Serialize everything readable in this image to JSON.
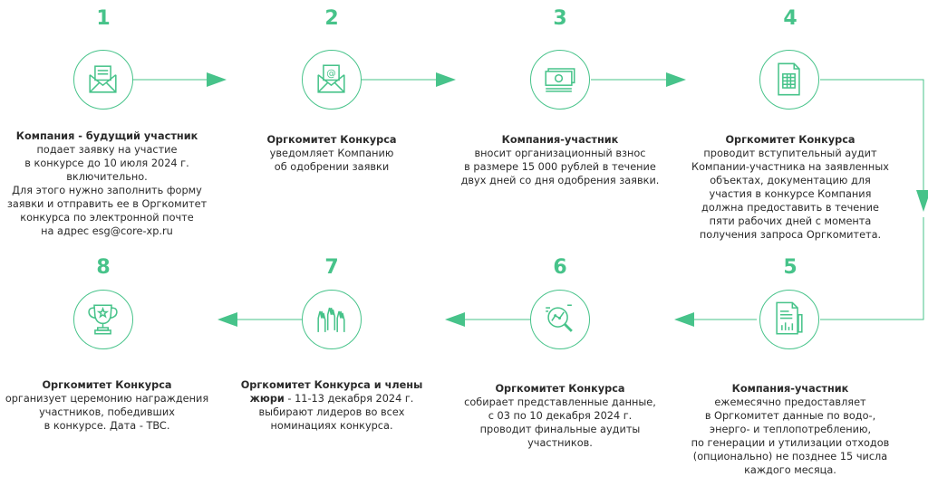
{
  "colors": {
    "accent": "#47c38a",
    "text": "#2b2b2b"
  },
  "steps": [
    {
      "number": "1",
      "icon": "envelope-letter-icon",
      "bold": "Компания - будущий участник",
      "lines": [
        "подает заявку на участие",
        "в конкурсе до 10 июля 2024 г.",
        "включительно.",
        "Для этого нужно заполнить форму",
        "заявки и отправить ее в Оргкомитет",
        "конкурса по электронной почте",
        "на адрес esg@core-xp.ru"
      ]
    },
    {
      "number": "2",
      "icon": "email-at-icon",
      "bold": "Оргкомитет Конкурса",
      "lines": [
        "уведомляет Компанию",
        "об одобрении заявки"
      ]
    },
    {
      "number": "3",
      "icon": "money-banknotes-icon",
      "bold": "Компания-участник",
      "lines": [
        "вносит организационный взнос",
        "в размере 15 000 рублей в течение",
        "двух дней со дня одобрения заявки."
      ]
    },
    {
      "number": "4",
      "icon": "spreadsheet-document-icon",
      "bold": "Оргкомитет Конкурса",
      "lines": [
        "проводит вступительный аудит",
        "Компании-участника на заявленных",
        "объектах, документацию для",
        "участия в конкурсе Компания",
        "должна предоставить в течение",
        "пяти рабочих дней с момента",
        "получения запроса Оргкомитета."
      ]
    },
    {
      "number": "5",
      "icon": "report-chart-document-icon",
      "bold": "Компания-участник",
      "lines": [
        "ежемесячно предоставляет",
        "в Оргкомитет данные по водо-,",
        "энерго- и теплопотреблению,",
        "по генерации и утилизации отходов",
        "(опционально) не позднее 15 числа",
        "каждого месяца."
      ]
    },
    {
      "number": "6",
      "icon": "data-analysis-magnifier-icon",
      "bold": "Оргкомитет Конкурса",
      "lines": [
        "собирает представленные данные,",
        "с 03 по 10 декабря 2024 г.",
        "проводит финальные аудиты",
        "участников."
      ]
    },
    {
      "number": "7",
      "icon": "raised-hands-icon",
      "bold": "Оргкомитет Конкурса и члены",
      "bold2": "жюри",
      "rest": " - 11-13 декабря 2024 г.",
      "lines": [
        "выбирают лидеров во всех",
        "номинациях конкурса."
      ]
    },
    {
      "number": "8",
      "icon": "trophy-cup-icon",
      "bold": "Оргкомитет Конкурса",
      "lines": [
        "организует церемонию награждения",
        "участников, победивших",
        "в конкурсе. Дата - TBC."
      ]
    }
  ]
}
